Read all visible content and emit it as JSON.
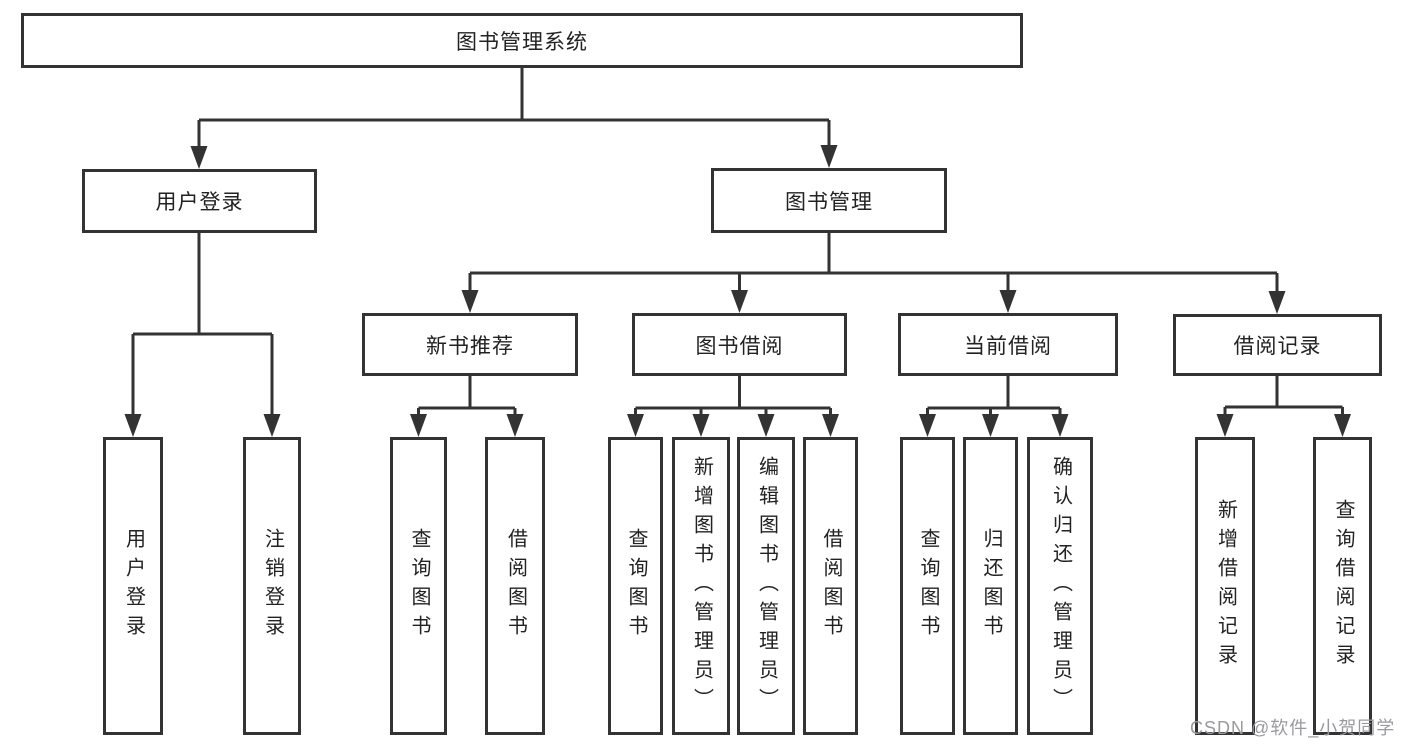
{
  "tree": {
    "root": {
      "label": "图书管理系统"
    },
    "branches": [
      {
        "label": "用户登录",
        "children": [
          {
            "label": "用户登录"
          },
          {
            "label": "注销登录"
          }
        ]
      },
      {
        "label": "图书管理",
        "children": [
          {
            "label": "新书推荐",
            "children": [
              {
                "label": "查询图书"
              },
              {
                "label": "借阅图书"
              }
            ]
          },
          {
            "label": "图书借阅",
            "children": [
              {
                "label": "查询图书"
              },
              {
                "label": "新增图书（管理员）"
              },
              {
                "label": "编辑图书（管理员）"
              },
              {
                "label": "借阅图书"
              }
            ]
          },
          {
            "label": "当前借阅",
            "children": [
              {
                "label": "查询图书"
              },
              {
                "label": "归还图书"
              },
              {
                "label": "确认归还（管理员）"
              }
            ]
          },
          {
            "label": "借阅记录",
            "children": [
              {
                "label": "新增借阅记录"
              },
              {
                "label": "查询借阅记录"
              }
            ]
          }
        ]
      }
    ]
  },
  "colors": {
    "line": "#333333",
    "text": "#222222",
    "watermark_color": "#9a9a9e",
    "background": "#ffffff"
  },
  "watermark": {
    "text": "CSDN @软件_小贺同学"
  }
}
